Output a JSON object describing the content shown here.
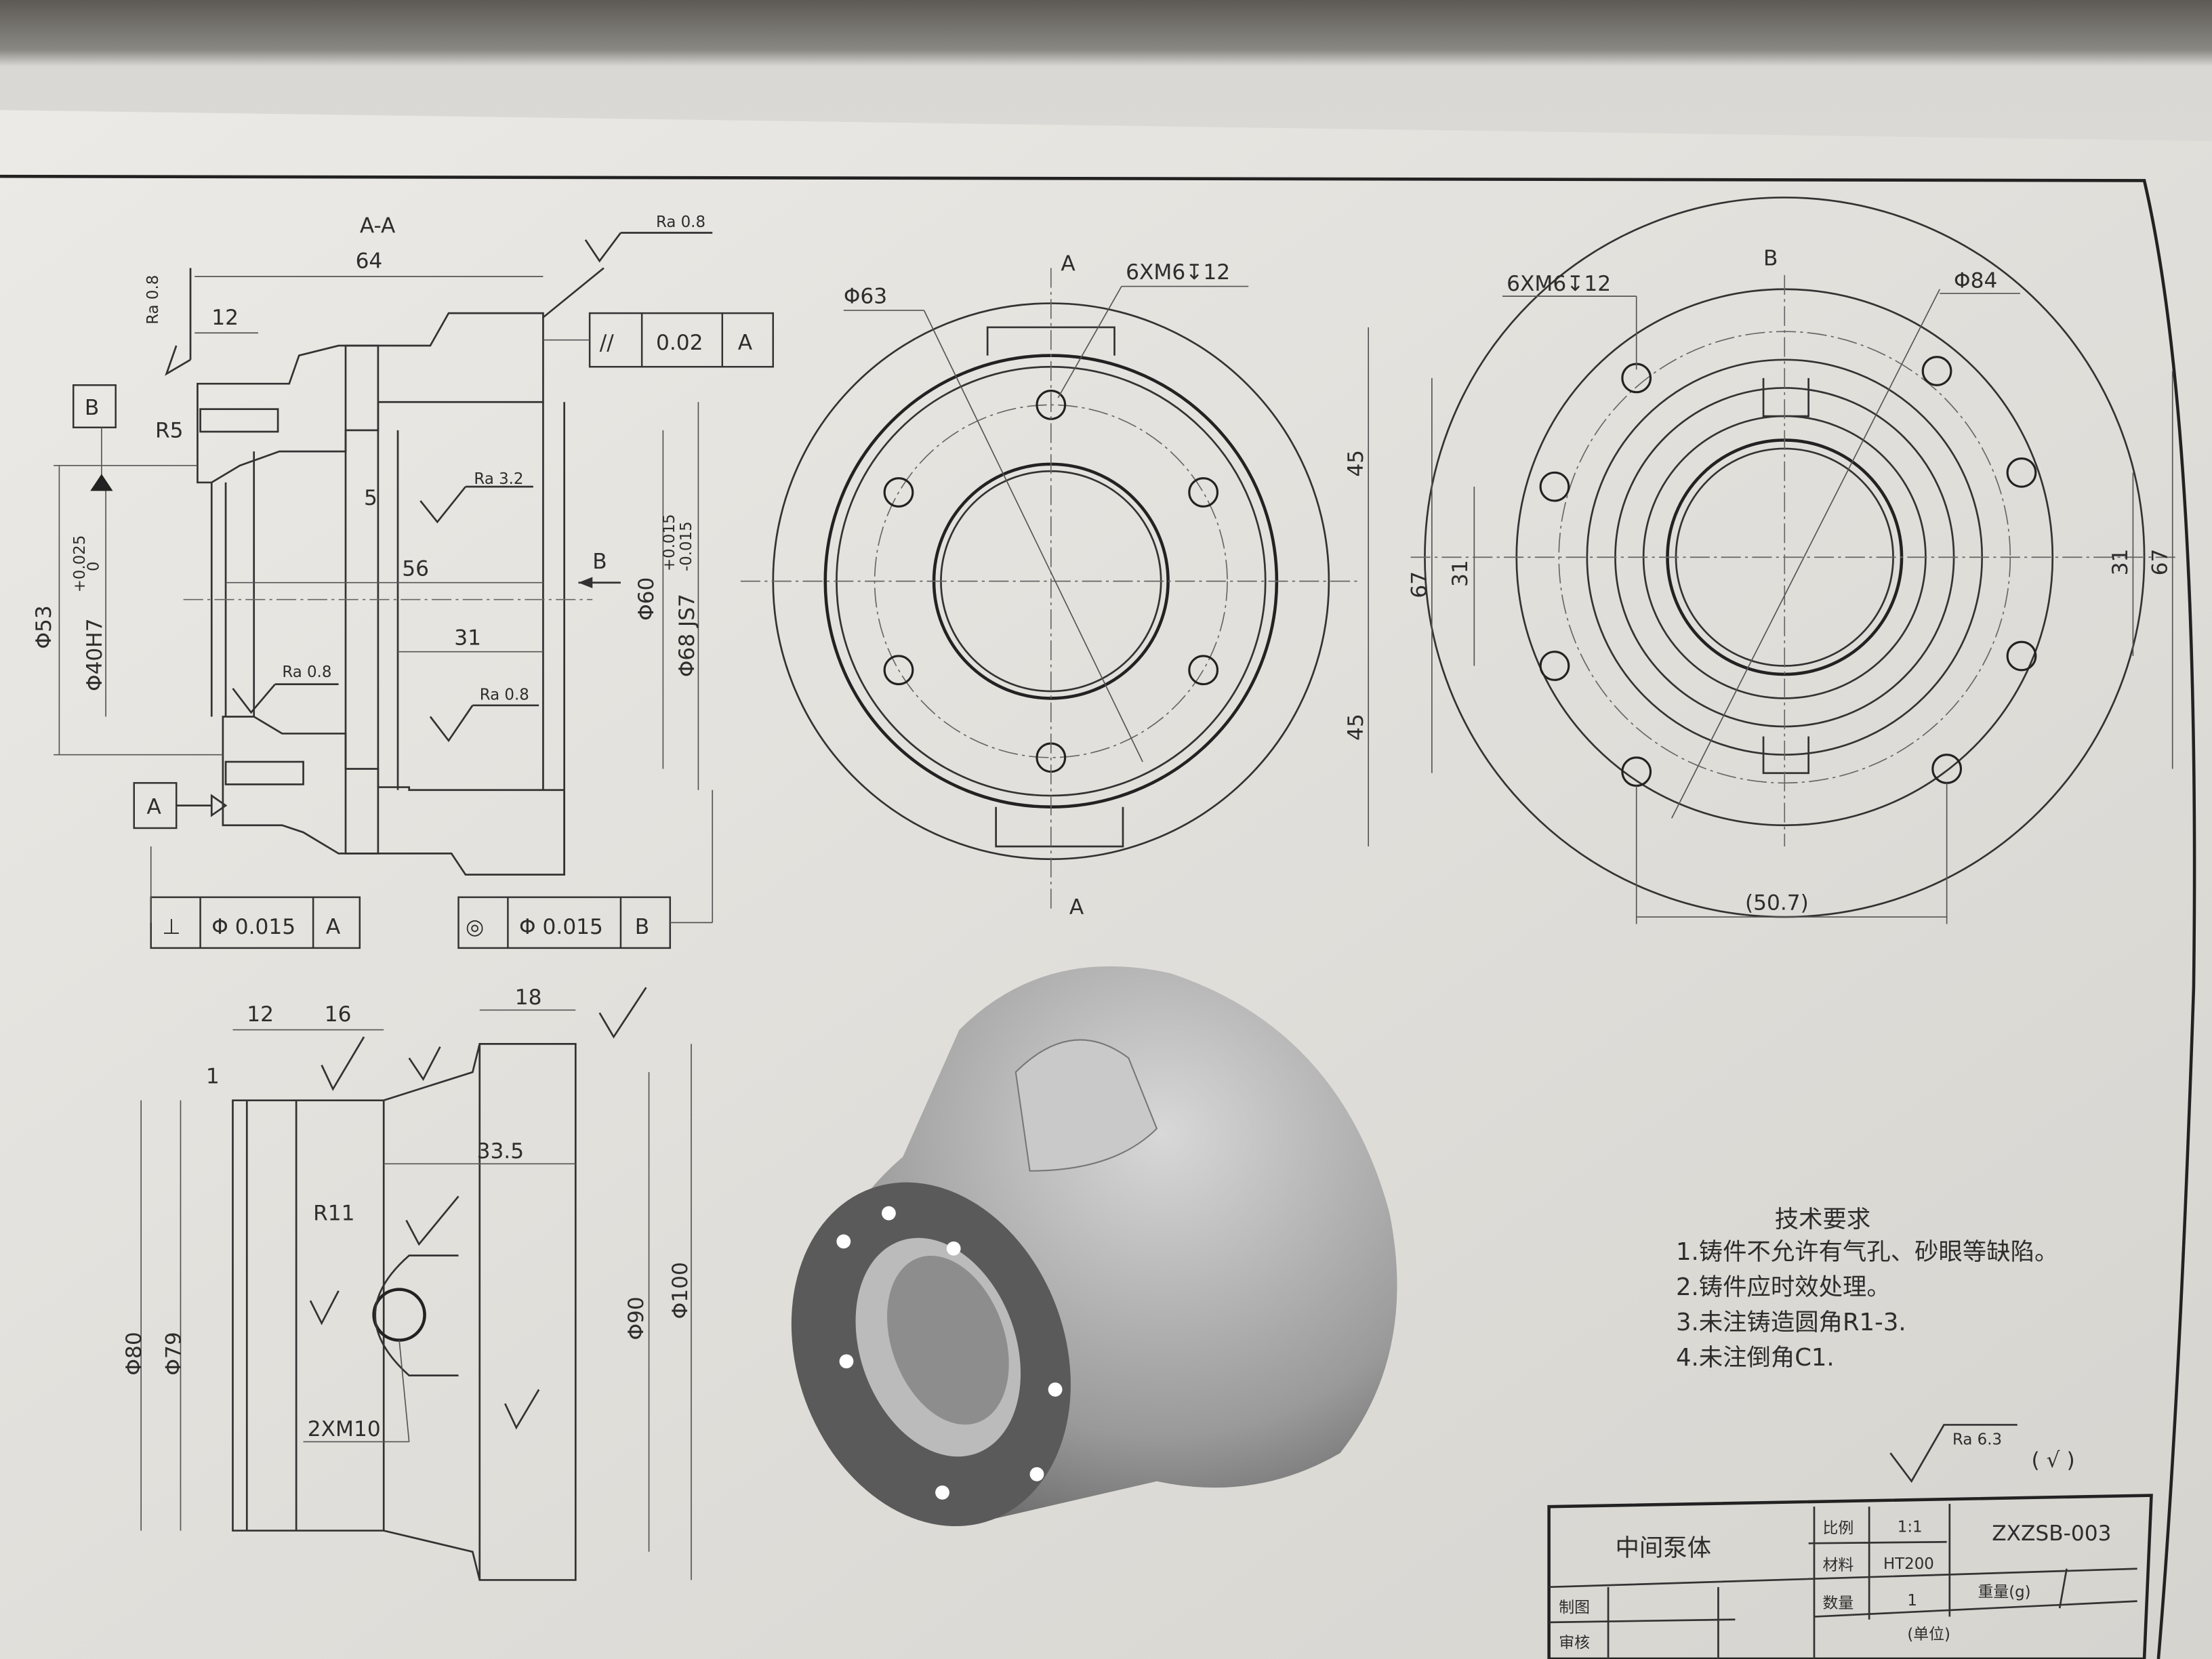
{
  "section_view": {
    "title": "A-A",
    "dims": {
      "d64": "64",
      "d12": "12",
      "r5": "R5",
      "d5": "5",
      "d56": "56",
      "d31": "31",
      "d53": "Φ53",
      "d40": "Φ40H7",
      "d40_tol_upper": "+0.025",
      "d40_tol_lower": "0",
      "d60": "Φ60",
      "d68": "Φ68 JS7",
      "d68_tol_upper": "+0.015",
      "d68_tol_lower": "-0.015"
    },
    "roughness": [
      "Ra 0.8",
      "Ra 0.8",
      "Ra 3.2",
      "Ra 0.8",
      "Ra 0.8"
    ],
    "view_arrow": "B",
    "datum_a": "A",
    "datum_b": "B",
    "tol_parallel": {
      "symbol": "//",
      "value": "0.02",
      "datum": "A"
    },
    "tol_perpendicular": {
      "symbol": "⊥",
      "value": "Φ 0.015",
      "datum": "A"
    },
    "tol_concentricity": {
      "symbol": "◎",
      "value": "Φ 0.015",
      "datum": "B"
    }
  },
  "front_view": {
    "section_top": "A",
    "section_bottom": "A",
    "dia": "Φ63",
    "holes": "6XM6↧12",
    "d45a": "45",
    "d45b": "45"
  },
  "right_view": {
    "label": "B",
    "holes": "6XM6↧12",
    "dia": "Φ84",
    "d67l": "67",
    "d31l": "31",
    "d31r": "31",
    "d67r": "67",
    "d507": "(50.7)"
  },
  "bottom_view": {
    "d12": "12",
    "d16": "16",
    "d18": "18",
    "d1": "1",
    "d335": "33.5",
    "r11": "R11",
    "holes": "2XM10",
    "d80": "Φ80",
    "d79": "Φ79",
    "d90": "Φ90",
    "d100": "Φ100"
  },
  "general_roughness": {
    "value": "Ra 6.3",
    "other": "( √ )"
  },
  "tech_requirements": {
    "title": "技术要求",
    "items": [
      "1.铸件不允许有气孔、砂眼等缺陷。",
      "2.铸件应时效处理。",
      "3.未注铸造圆角R1-3.",
      "4.未注倒角C1."
    ]
  },
  "title_block": {
    "part_name": "中间泵体",
    "scale_label": "比例",
    "scale": "1:1",
    "material_label": "材料",
    "material": "HT200",
    "drawing_no": "ZXZSB-003",
    "qty_label": "数量",
    "qty": "1",
    "weight_label": "重量(g)",
    "drawn_label": "制图",
    "checked_label": "审核",
    "unit": "(单位)"
  }
}
